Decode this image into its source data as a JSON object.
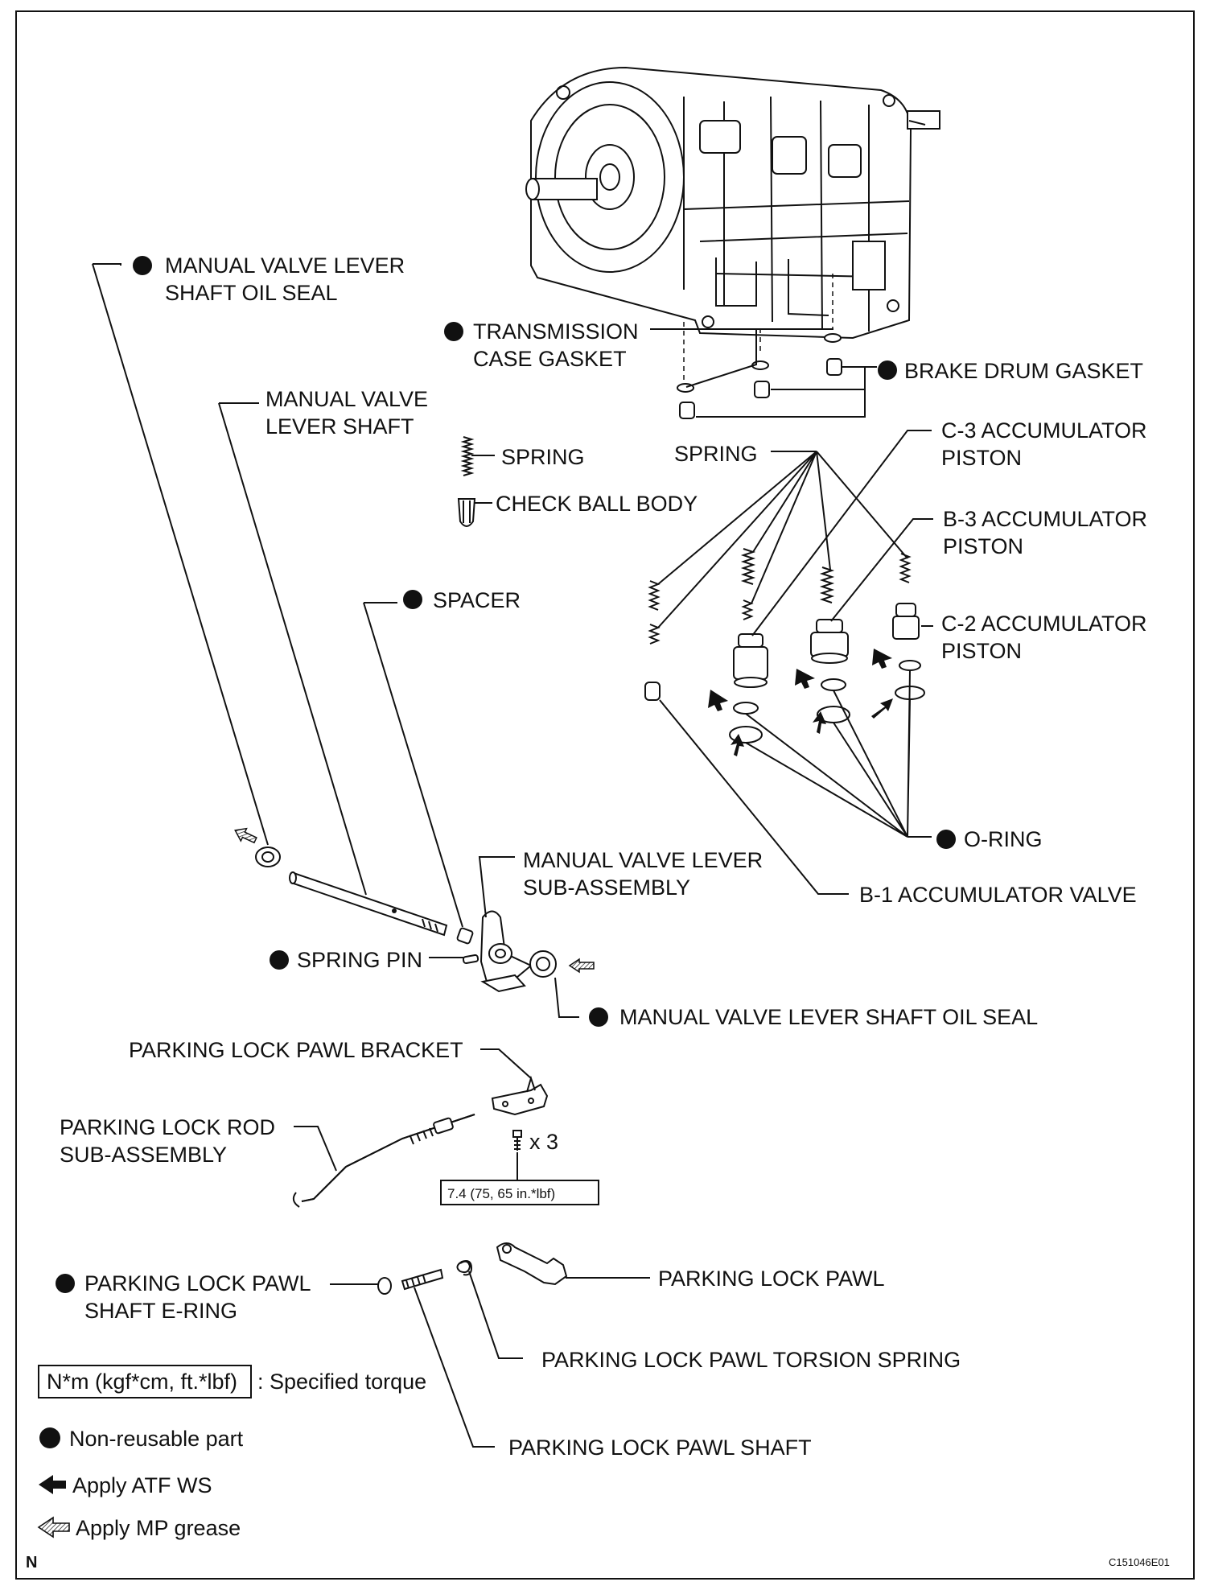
{
  "labels": {
    "manual_valve_lever_shaft_oil_seal_top": [
      "MANUAL VALVE LEVER",
      "SHAFT OIL SEAL"
    ],
    "manual_valve_lever_shaft": [
      "MANUAL VALVE",
      "LEVER SHAFT"
    ],
    "transmission_case_gasket": [
      "TRANSMISSION",
      "CASE GASKET"
    ],
    "brake_drum_gasket": "BRAKE DRUM GASKET",
    "spring_left": "SPRING",
    "check_ball_body": "CHECK BALL BODY",
    "spring_right": "SPRING",
    "c3_accumulator_piston": [
      "C-3 ACCUMULATOR",
      "PISTON"
    ],
    "b3_accumulator_piston": [
      "B-3 ACCUMULATOR",
      "PISTON"
    ],
    "spacer": "SPACER",
    "c2_accumulator_piston": [
      "C-2 ACCUMULATOR",
      "PISTON"
    ],
    "o_ring": "O-RING",
    "manual_valve_lever_sub_assembly": [
      "MANUAL VALVE LEVER",
      "SUB-ASSEMBLY"
    ],
    "b1_accumulator_valve": "B-1 ACCUMULATOR VALVE",
    "spring_pin": "SPRING PIN",
    "manual_valve_lever_shaft_oil_seal_bottom": "MANUAL VALVE LEVER SHAFT OIL SEAL",
    "parking_lock_pawl_bracket": "PARKING LOCK PAWL BRACKET",
    "parking_lock_rod_sub_assembly": [
      "PARKING LOCK ROD",
      "SUB-ASSEMBLY"
    ],
    "bolt_count": "x 3",
    "torque_value": "7.4 (75, 65 in.*lbf)",
    "parking_lock_pawl_shaft_e_ring": [
      "PARKING LOCK PAWL",
      "SHAFT E-RING"
    ],
    "parking_lock_pawl": "PARKING LOCK PAWL",
    "parking_lock_pawl_torsion_spring": "PARKING LOCK PAWL TORSION SPRING",
    "parking_lock_pawl_shaft": "PARKING LOCK PAWL SHAFT"
  },
  "legend": {
    "torque_box": "N*m (kgf*cm, ft.*lbf)",
    "torque_text": ": Specified torque",
    "non_reusable": "Non-reusable part",
    "apply_atf": "Apply ATF WS",
    "apply_mp": "Apply MP grease"
  },
  "footer": {
    "n_mark": "N",
    "figure_code": "C151046E01"
  }
}
